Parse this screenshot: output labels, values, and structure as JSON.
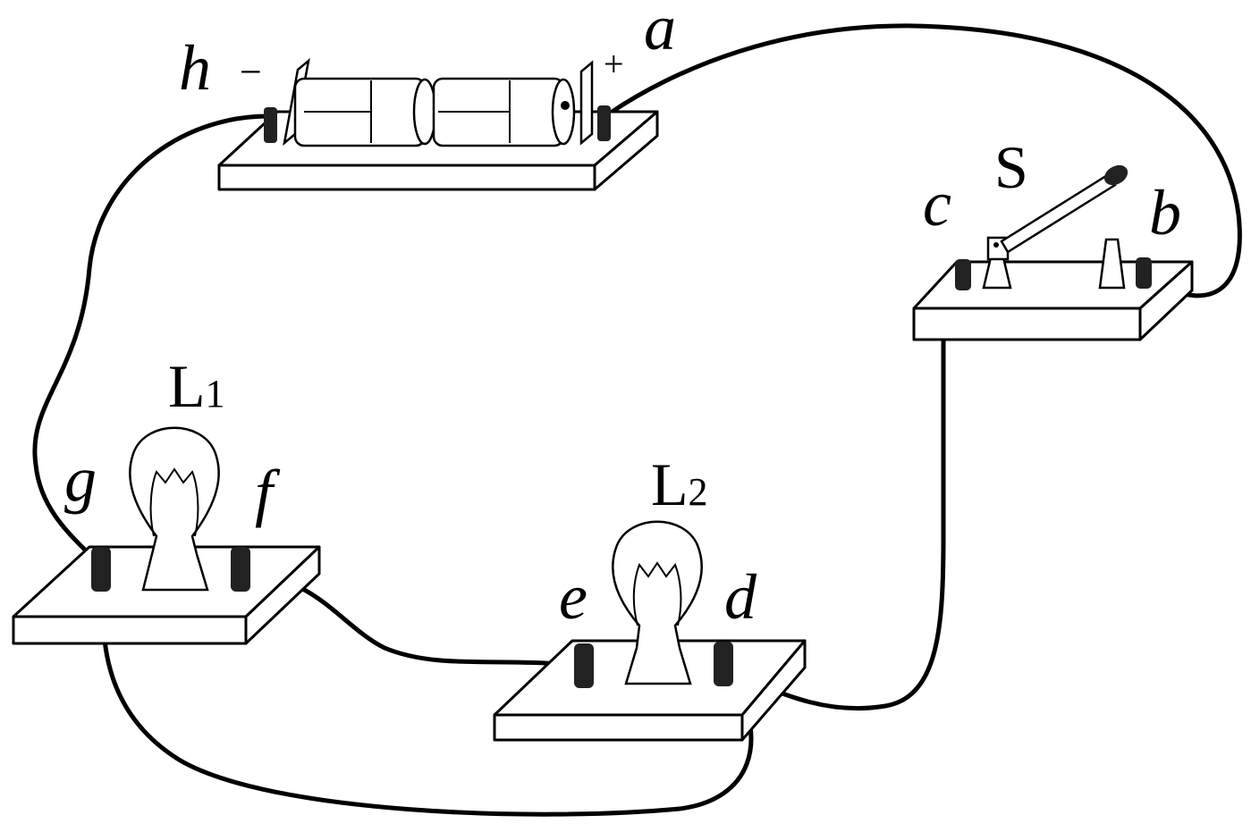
{
  "diagram": {
    "battery": {
      "negative_terminal": "h",
      "negative_sign": "−",
      "positive_sign": "+",
      "positive_terminal": "a"
    },
    "switch": {
      "name": "S",
      "left_terminal": "c",
      "right_terminal": "b"
    },
    "lamp1": {
      "name": "L",
      "subscript": "1",
      "left_terminal": "g",
      "right_terminal": "f"
    },
    "lamp2": {
      "name": "L",
      "subscript": "2",
      "left_terminal": "e",
      "right_terminal": "d"
    }
  }
}
